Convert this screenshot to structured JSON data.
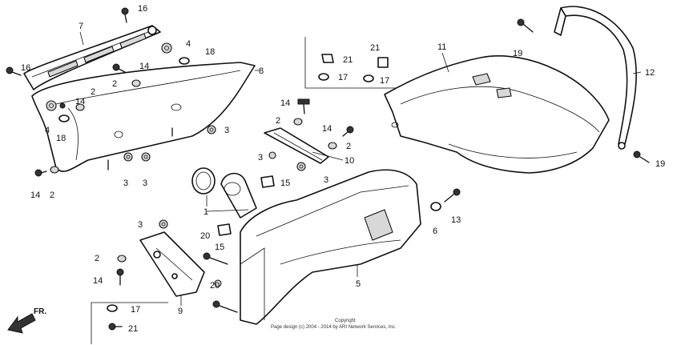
{
  "callouts": {
    "n1": "1",
    "n2": "2",
    "n3": "3",
    "n4": "4",
    "n5": "5",
    "n6": "6",
    "n7": "7",
    "n8": "8",
    "n9": "9",
    "n10": "10",
    "n11": "11",
    "n12": "12",
    "n13": "13",
    "n14": "14",
    "n15": "15",
    "n16": "16",
    "n17": "17",
    "n18": "18",
    "n19": "19",
    "n20": "20",
    "n21": "21"
  },
  "direction": {
    "label": "FR."
  },
  "copyright": {
    "line1": "Copyright",
    "line2": "Page design (c) 2004 - 2014 by ARI Network Services, Inc."
  }
}
